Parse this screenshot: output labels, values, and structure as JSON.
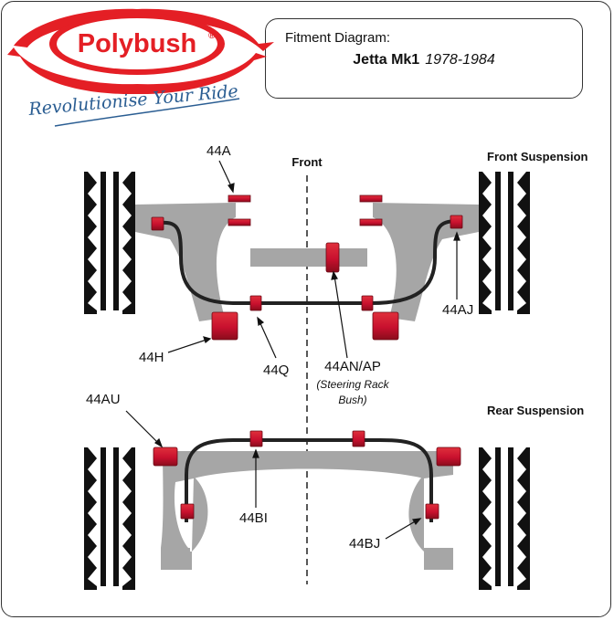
{
  "logo": {
    "brand": "Polybush",
    "registered": "®",
    "slogan": "Revolutionise Your Ride"
  },
  "header": {
    "label": "Fitment Diagram:",
    "model": "Jetta Mk1",
    "years": "1978-1984"
  },
  "labels": {
    "front": "Front",
    "front_suspension": "Front Suspension",
    "rear_suspension": "Rear Suspension",
    "p44A": "44A",
    "p44H": "44H",
    "p44Q": "44Q",
    "p44AN": "44AN/AP",
    "p44AN_note1": "(Steering Rack",
    "p44AN_note2": "Bush)",
    "p44AJ": "44AJ",
    "p44AU": "44AU",
    "p44BI": "44BI",
    "p44BJ": "44BJ"
  },
  "colors": {
    "bush_red": "#c8102e",
    "bush_dark": "#8a0c1c",
    "arm_grey": "#a6a6a6",
    "logo_red": "#e41f25",
    "slogan_blue": "#2a5d92"
  }
}
